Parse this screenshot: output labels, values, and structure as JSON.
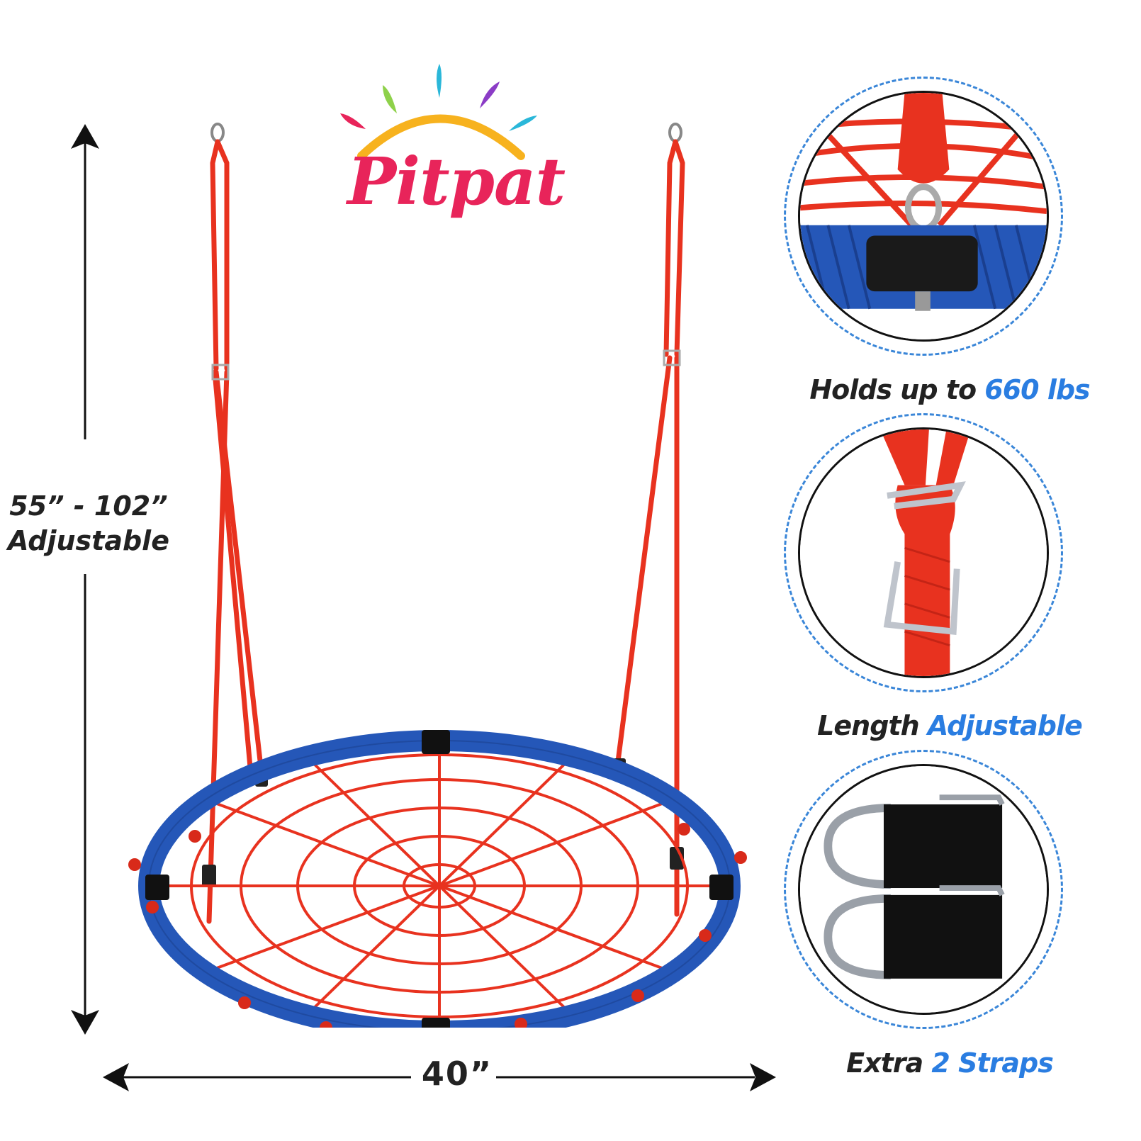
{
  "brand": {
    "name": "Pitpat",
    "colors": {
      "wordmark": "#e8245a",
      "arc": "#f7b21e"
    }
  },
  "dimensions": {
    "height_range": "55” - 102”",
    "height_note": "Adjustable",
    "width": "40”"
  },
  "features": [
    {
      "icon": "hook-joint-icon",
      "text_prefix": "Holds up to ",
      "text_highlight": "660 lbs"
    },
    {
      "icon": "rope-clip-icon",
      "text_prefix": "Length ",
      "text_highlight": "Adjustable"
    },
    {
      "icon": "strap-icon",
      "text_prefix": "Extra ",
      "text_highlight": "2 Straps"
    }
  ],
  "colors": {
    "highlight": "#2a7de1",
    "rope": "#e8321f",
    "frame": "#2557b8",
    "dashed_ring": "#3a86d8"
  }
}
